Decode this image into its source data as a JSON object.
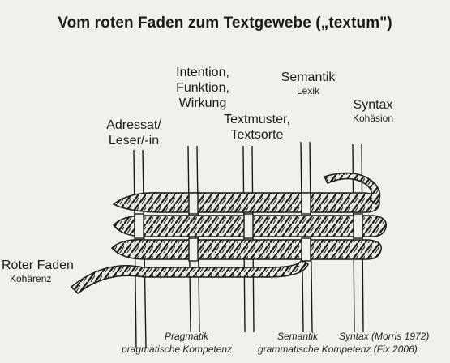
{
  "title": "Vom roten Faden zum Textgewebe („textum\")",
  "labels": {
    "adressat": "Adressat/",
    "leser": "Leser/-in",
    "intention": "Intention,",
    "funktion": "Funktion,",
    "wirkung": "Wirkung",
    "textmuster": "Textmuster,",
    "textsorte": "Textsorte",
    "semantik": "Semantik",
    "lexik": "Lexik",
    "syntax": "Syntax",
    "kohaesion": "Kohäsion",
    "roter_faden": "Roter Faden",
    "kohaerenz": "Kohärenz"
  },
  "footer": {
    "pragmatik": "Pragmatik",
    "semantik": "Semantik",
    "syntax_morris": "Syntax  (Morris 1972)",
    "pragmatische": "pragmatische  Kompetenz",
    "grammatische": "grammatische Kompetenz  (Fix 2006)"
  },
  "colors": {
    "ink": "#1a1a1a",
    "paper": "#f1f0eb",
    "weave_fill": "#e9e7e0"
  }
}
